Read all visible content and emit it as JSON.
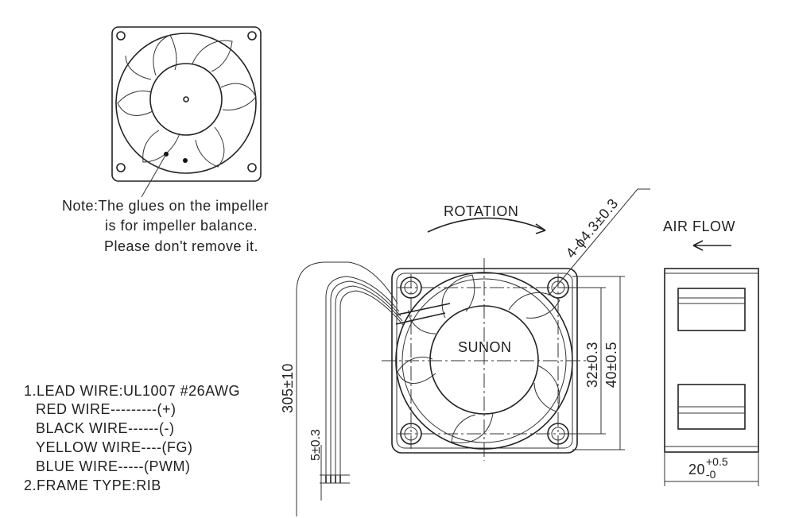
{
  "note": {
    "line1": "Note:The glues on the impeller",
    "line2": "is for impeller balance.",
    "line3": "Please don't remove it."
  },
  "rotation_label": "ROTATION",
  "airflow_label": "AIR FLOW",
  "brand": "SUNON",
  "dimensions": {
    "hole": "4-ϕ4.3±0.3",
    "hole_spacing": "32±0.3",
    "frame_size": "40±0.5",
    "lead_length": "305±10",
    "strip_length": "5±0.3",
    "thickness_main": "20",
    "thickness_upper_tol": "+0.5",
    "thickness_lower_tol": "-0"
  },
  "specs": [
    "1.LEAD WIRE:UL1007  #26AWG",
    "RED WIRE---------(+)",
    "BLACK WIRE------(-)",
    "YELLOW WIRE----(FG)",
    "BLUE WIRE-----(PWM)",
    "2.FRAME TYPE:RIB"
  ],
  "colors": {
    "line": "#222222",
    "background": "#ffffff"
  }
}
